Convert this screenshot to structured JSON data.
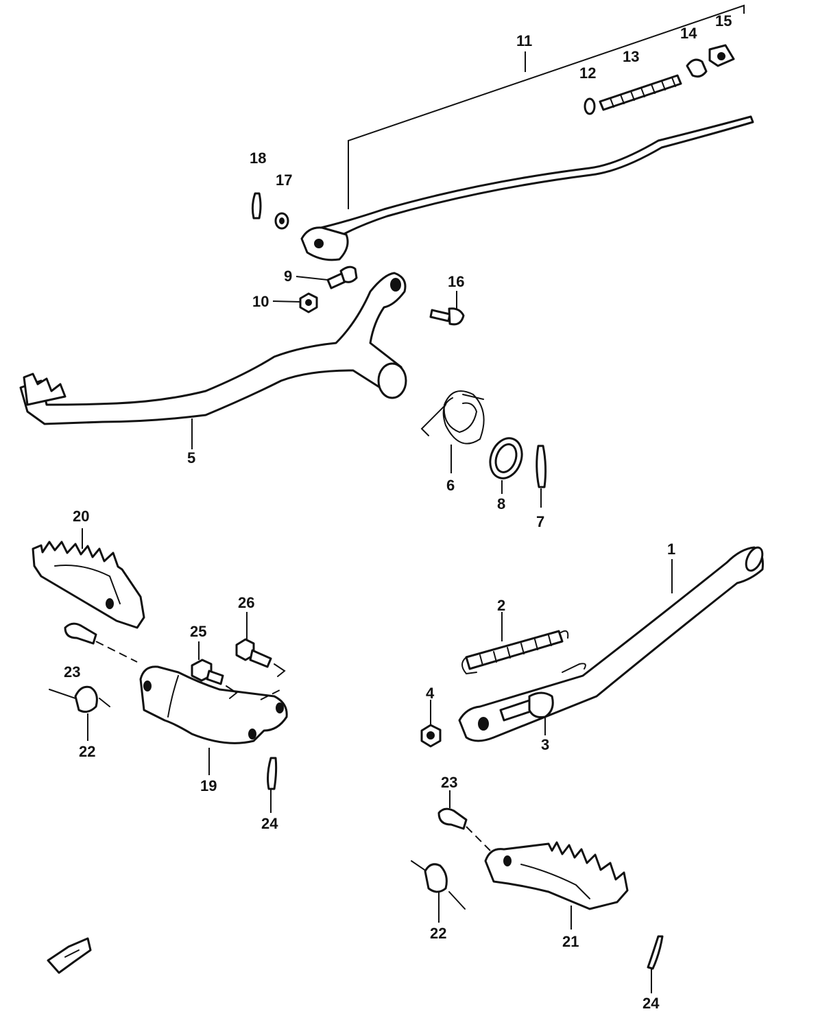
{
  "callouts": {
    "c1": "1",
    "c2": "2",
    "c3": "3",
    "c4": "4",
    "c5": "5",
    "c6": "6",
    "c7": "7",
    "c8": "8",
    "c9": "9",
    "c10": "10",
    "c11": "11",
    "c12": "12",
    "c13": "13",
    "c14": "14",
    "c15": "15",
    "c16": "16",
    "c17": "17",
    "c18": "18",
    "c19": "19",
    "c20": "20",
    "c21": "21",
    "c22a": "22",
    "c22b": "22",
    "c23a": "23",
    "c23b": "23",
    "c24a": "24",
    "c24b": "24",
    "c25": "25",
    "c26": "26"
  },
  "colors": {
    "ink": "#111111",
    "paper": "#ffffff"
  },
  "icons": {
    "front_arrow": "front-direction-arrow-icon"
  }
}
